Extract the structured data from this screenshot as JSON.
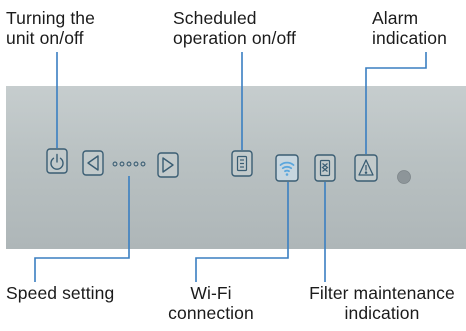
{
  "callouts": {
    "power": "Turning the\nunit on/off",
    "schedule": "Scheduled\noperation on/off",
    "alarm": "Alarm\nindication",
    "speed": "Speed setting",
    "wifi": "Wi-Fi\nconnection",
    "filter": "Filter maintenance\nindication"
  },
  "icons": [
    "power-icon",
    "arrow-left-icon",
    "speed-dots-icon",
    "arrow-right-icon",
    "schedule-icon",
    "wifi-icon",
    "filter-icon",
    "alarm-icon",
    "status-led"
  ],
  "colors": {
    "panel": "#b9c1c2",
    "accent": "#3a7fc1",
    "icon_stroke": "#3a5d73",
    "wifi_fill": "#5aa6dd",
    "led": "#8d9599"
  }
}
